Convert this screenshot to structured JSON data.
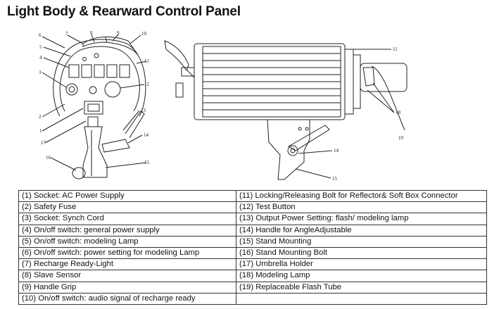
{
  "title": "Light Body & Rearward Control Panel",
  "front_callouts": {
    "c1": "1",
    "c2": "2",
    "c3": "3",
    "c4": "4",
    "c5": "5",
    "c6": "6",
    "c7": "7",
    "c8": "8",
    "c9": "9",
    "c10": "10",
    "c11": "11",
    "c12": "12",
    "c13": "13",
    "c14": "14",
    "c15": "15",
    "c16": "16",
    "c17": "17"
  },
  "side_callouts": {
    "c11": "11",
    "c14": "14",
    "c15": "15",
    "c18": "18",
    "c19": "19"
  },
  "parts": {
    "left": [
      "(1)   Socket: AC Power Supply",
      "(2)   Safety Fuse",
      "(3)   Socket: Synch Cord",
      "(4)   On/off switch:    general power supply",
      "(5)   On/off switch:    modeling Lamp",
      "(6)   On/off switch:    power setting for modeling Lamp",
      "(7)   Recharge Ready-Light",
      "(8)   Slave Sensor",
      "(9)   Handle Grip",
      "(10) On/off switch: audio signal of recharge ready"
    ],
    "right": [
      "(11) Locking/Releasing Bolt for Reflector& Soft Box Connector",
      "(12) Test Button",
      "(13) Output Power Setting: flash/ modeling lamp",
      "(14) Handle for AngleAdjustable",
      "(15) Stand Mounting",
      "(16) Stand Mounting Bolt",
      "(17) Umbrella Holder",
      "(18) Modeling Lamp",
      "(19) Replaceable Flash Tube",
      ""
    ]
  }
}
